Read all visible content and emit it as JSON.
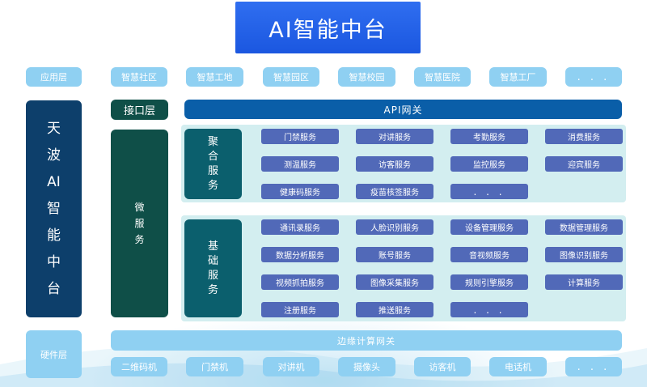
{
  "title": "AI智能中台",
  "application_layer": {
    "label": "应用层",
    "items": [
      "智慧社区",
      "智慧工地",
      "智慧园区",
      "智慧校园",
      "智慧医院",
      "智慧工厂",
      ". . ."
    ]
  },
  "left_column_label": [
    "天",
    "波",
    "AI",
    "智",
    "能",
    "中",
    "台"
  ],
  "interface_layer": "接口层",
  "api_gateway": "API网关",
  "microservice_label": [
    "微",
    "服",
    "务"
  ],
  "aggregate": {
    "label": [
      "聚",
      "合",
      "服",
      "务"
    ],
    "services": [
      [
        "门禁服务",
        "对讲服务",
        "考勤服务",
        "消费服务"
      ],
      [
        "测温服务",
        "访客服务",
        "监控服务",
        "迎宾服务"
      ],
      [
        "健康码服务",
        "疫苗核签服务",
        ". . ."
      ]
    ]
  },
  "basic": {
    "label": [
      "基",
      "础",
      "服",
      "务"
    ],
    "services": [
      [
        "通讯录服务",
        "人脸识别服务",
        "设备管理服务",
        "数据管理服务"
      ],
      [
        "数据分析服务",
        "账号服务",
        "音视频服务",
        "图像识别服务"
      ],
      [
        "视频抓拍服务",
        "图像采集服务",
        "规则引擎服务",
        "计算服务"
      ],
      [
        "注册服务",
        "推送服务",
        ". . ."
      ]
    ]
  },
  "hardware_layer": {
    "label": "硬件层",
    "edge_gateway": "边缘计算网关",
    "devices": [
      "二维码机",
      "门禁机",
      "对讲机",
      "摄像头",
      "访客机",
      "电话机",
      ". . ."
    ]
  },
  "colors": {
    "title_blue": "#1b57e0",
    "chip_light_blue": "#8fd0f2",
    "dark_green": "#0f4f48",
    "navy": "#0d3f6b",
    "teal": "#0b5f6d",
    "api_blue": "#0a5ea8",
    "service_blue": "#5169b8",
    "panel_mint": "#d3eef0"
  }
}
